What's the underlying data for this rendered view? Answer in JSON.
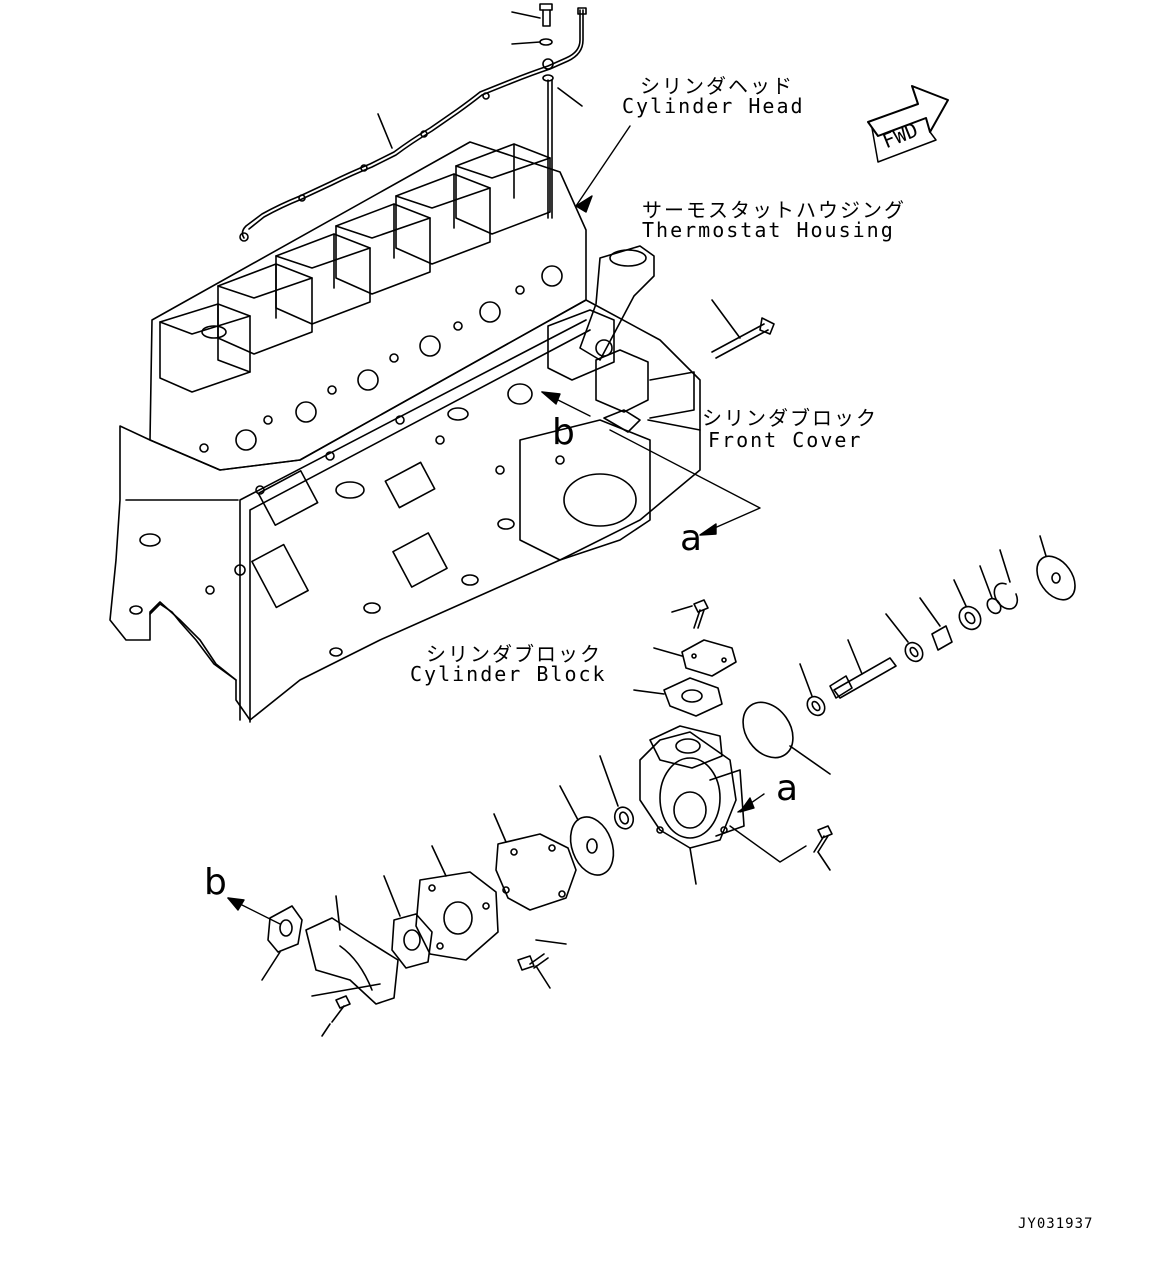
{
  "labels": {
    "cylinder_head_jp": "シリンダヘッド",
    "cylinder_head_en": "Cylinder Head",
    "thermostat_jp": "サーモスタットハウジング",
    "thermostat_en": "Thermostat Housing",
    "front_cover_jp": "シリンダブロック",
    "front_cover_en": "Front Cover",
    "cylinder_block_jp": "シリンダブロック",
    "cylinder_block_en": "Cylinder Block",
    "fwd": "FWD",
    "ref_a": "a",
    "ref_b": "b",
    "drawing_code": "JY031937"
  },
  "colors": {
    "line": "#000000",
    "background": "#ffffff"
  }
}
